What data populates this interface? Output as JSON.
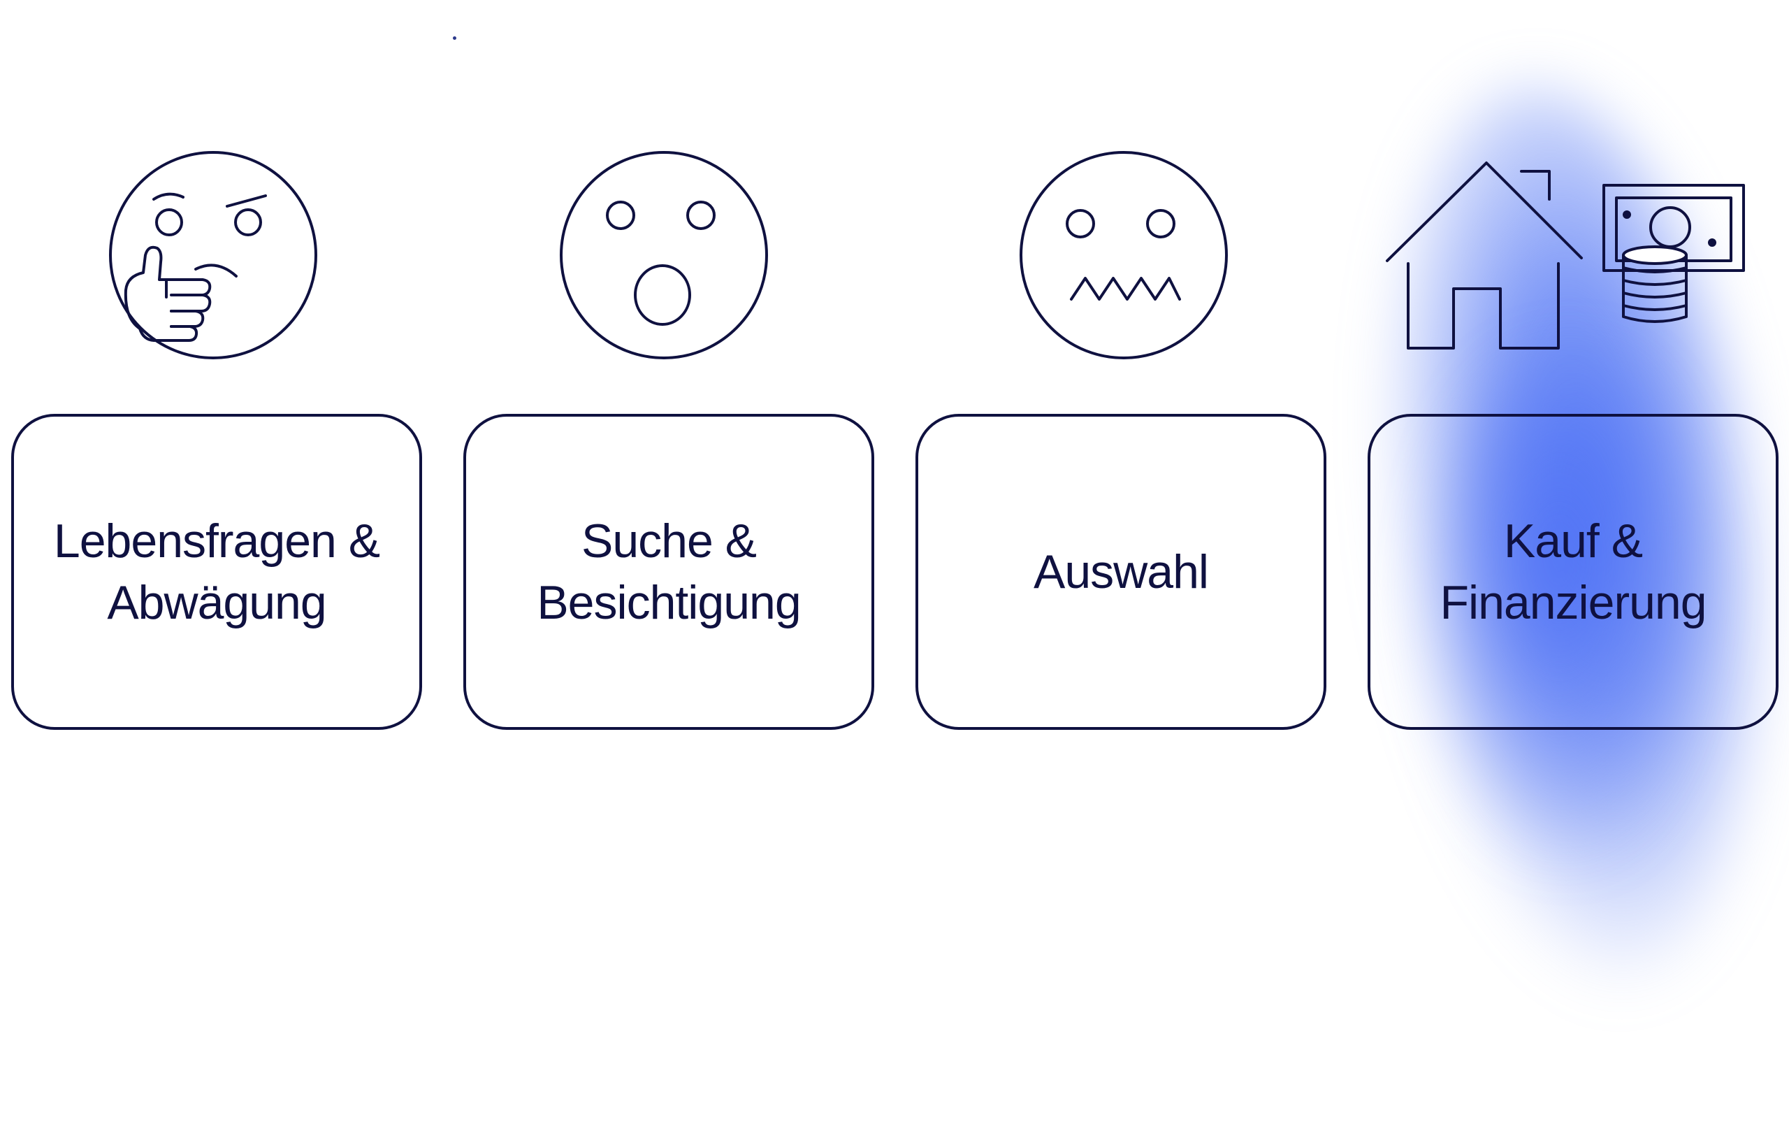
{
  "accent_color": "#0f1140",
  "highlight_color": "#4f74f5",
  "steps": [
    {
      "label": "Lebensfragen &\nAbwägung",
      "icon": "thinking-face-icon"
    },
    {
      "label": "Suche &\nBesichtigung",
      "icon": "surprised-face-icon"
    },
    {
      "label": "Auswahl",
      "icon": "grimacing-face-icon"
    },
    {
      "label": "Kauf &\nFinanzierung",
      "icon": "house-and-money-icon",
      "highlighted": true
    }
  ]
}
